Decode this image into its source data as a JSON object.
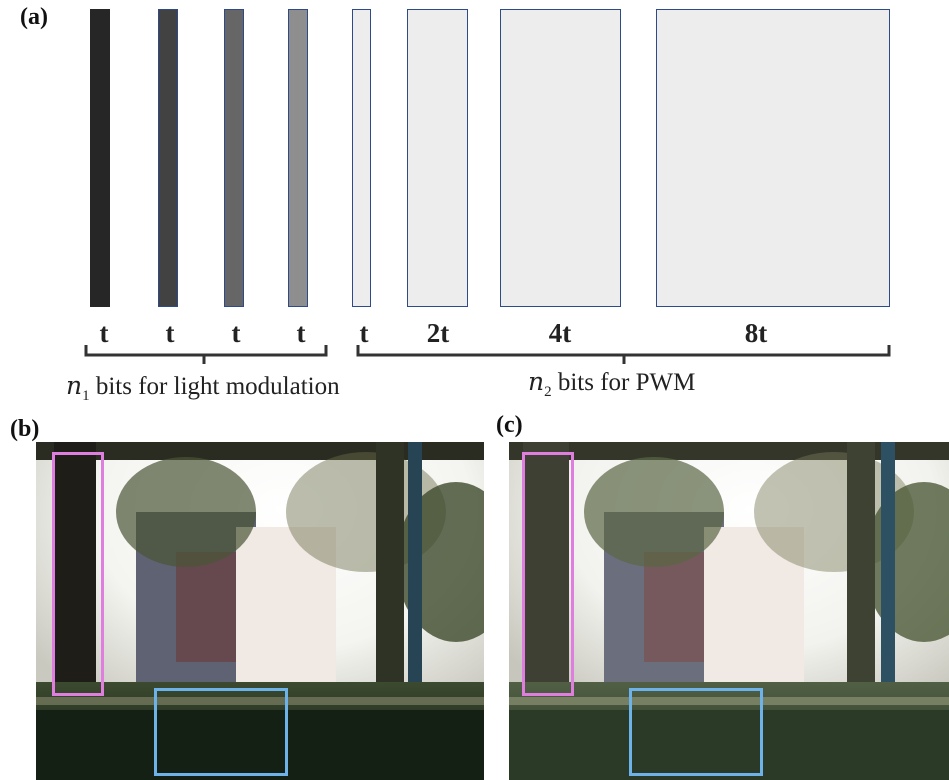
{
  "panels": {
    "a": "(a)",
    "b": "(b)",
    "c": "(c)"
  },
  "bars": [
    {
      "label": "t",
      "fill": "#262626"
    },
    {
      "label": "t",
      "fill": "#424242"
    },
    {
      "label": "t",
      "fill": "#666666"
    },
    {
      "label": "t",
      "fill": "#8e8e8e"
    },
    {
      "label": "t",
      "fill": "#ededed"
    },
    {
      "label": "2t",
      "fill": "#ededed"
    },
    {
      "label": "4t",
      "fill": "#ededed"
    },
    {
      "label": "8t",
      "fill": "#ededed"
    }
  ],
  "braces": {
    "left": {
      "var": "n",
      "sub": "1",
      "text": " bits for light modulation"
    },
    "right": {
      "var": "n",
      "sub": "2",
      "text": " bits for PWM"
    }
  },
  "colors": {
    "bar_border": "#2f4a8a",
    "box_tree": "#e07ee0",
    "box_hedge": "#6db3ea"
  }
}
